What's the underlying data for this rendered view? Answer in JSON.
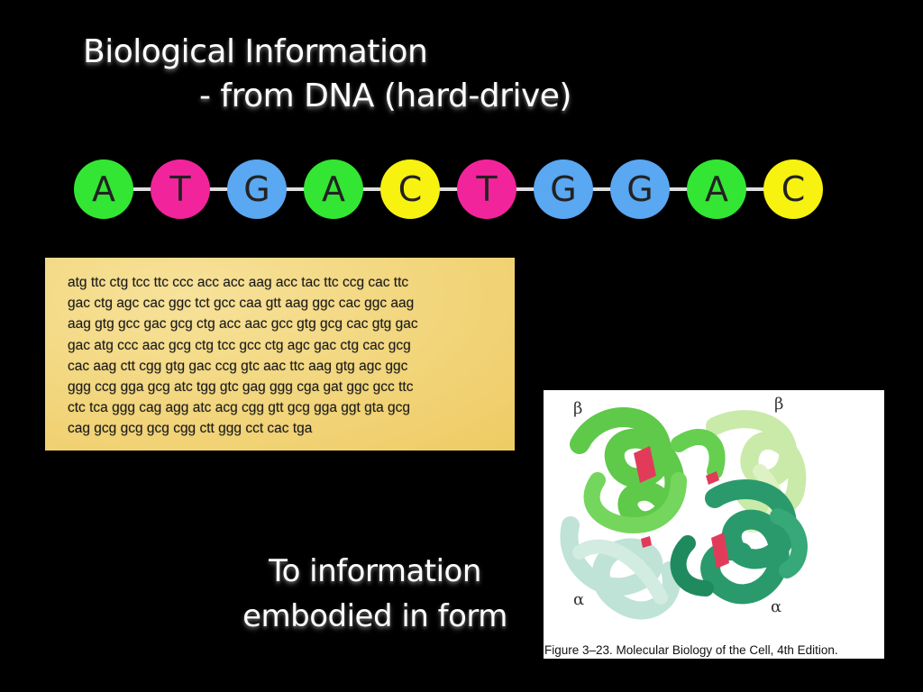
{
  "title": {
    "line1": "Biological Information",
    "line2": "- from DNA (hard-drive)"
  },
  "dna_bases": [
    {
      "letter": "A",
      "color": "#33e633"
    },
    {
      "letter": "T",
      "color": "#f2249c"
    },
    {
      "letter": "G",
      "color": "#5aa7f2"
    },
    {
      "letter": "A",
      "color": "#33e633"
    },
    {
      "letter": "C",
      "color": "#f7f20f"
    },
    {
      "letter": "T",
      "color": "#f2249c"
    },
    {
      "letter": "G",
      "color": "#5aa7f2"
    },
    {
      "letter": "G",
      "color": "#5aa7f2"
    },
    {
      "letter": "A",
      "color": "#33e633"
    },
    {
      "letter": "C",
      "color": "#f7f20f"
    }
  ],
  "sequence": [
    "atg ttc ctg tcc ttc ccc acc acc aag acc tac ttc ccg cac ttc",
    "gac ctg agc cac ggc tct gcc caa gtt aag ggc cac ggc aag",
    "aag gtg gcc gac gcg ctg acc aac gcc gtg gcg cac gtg gac",
    "gac atg ccc aac gcg ctg tcc gcc ctg agc gac ctg cac gcg",
    "cac aag ctt cgg gtg gac ccg gtc aac ttc aag gtg agc ggc",
    "ggg ccg gga gcg atc tgg gtc gag ggg cga gat ggc gcc ttc",
    "ctc tca ggg cag agg atc acg cgg gtt gcg gga ggt gta gcg",
    "cag gcg gcg gcg cgg ctt ggg cct cac tga"
  ],
  "bottom_text": {
    "line1": "To information",
    "line2": "embodied in form"
  },
  "figure": {
    "caption": "Figure 3–23. Molecular Biology of the Cell, 4th Edition.",
    "labels": {
      "beta_left": "β",
      "beta_right": "β",
      "alpha_left": "α",
      "alpha_right": "α"
    }
  }
}
